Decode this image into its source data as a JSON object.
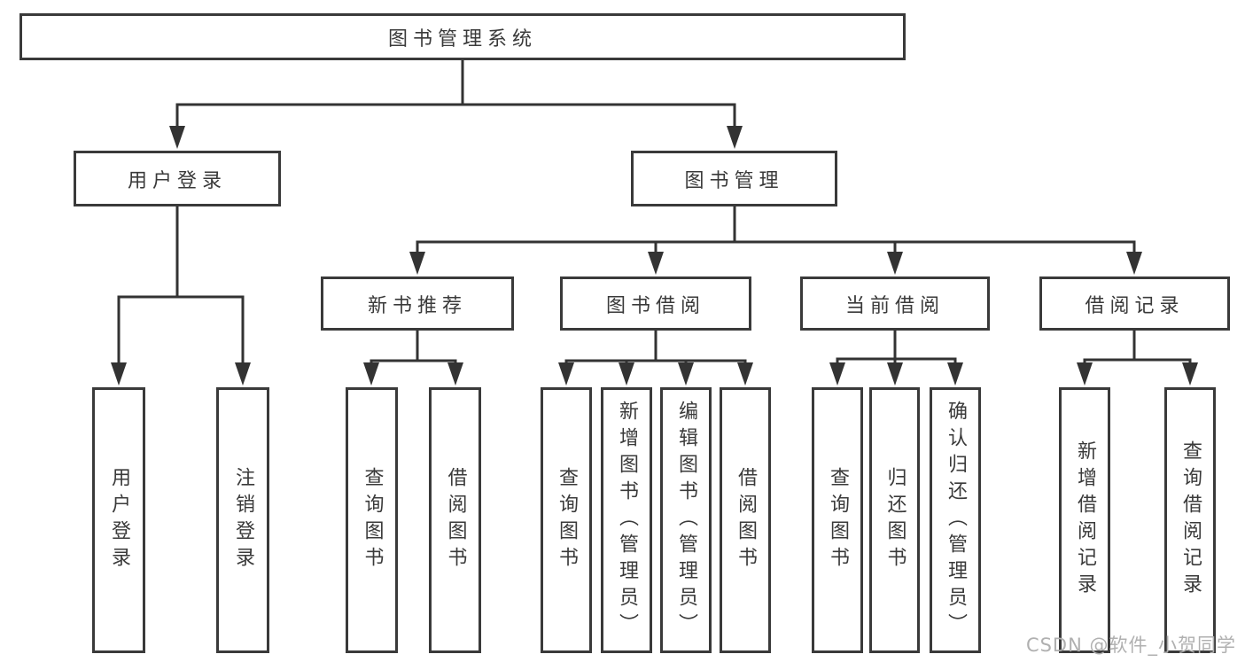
{
  "tree": {
    "root": {
      "label": "图书管理系统"
    },
    "level1": [
      {
        "label": "用户登录",
        "parent": "图书管理系统"
      },
      {
        "label": "图书管理",
        "parent": "图书管理系统"
      }
    ],
    "level2": [
      {
        "label": "新书推荐",
        "parent": "图书管理"
      },
      {
        "label": "图书借阅",
        "parent": "图书管理"
      },
      {
        "label": "当前借阅",
        "parent": "图书管理"
      },
      {
        "label": "借阅记录",
        "parent": "图书管理"
      }
    ],
    "leaves": [
      {
        "label": "用户登录",
        "parent": "用户登录"
      },
      {
        "label": "注销登录",
        "parent": "用户登录"
      },
      {
        "label": "查询图书",
        "parent": "新书推荐"
      },
      {
        "label": "借阅图书",
        "parent": "新书推荐"
      },
      {
        "label": "查询图书",
        "parent": "图书借阅"
      },
      {
        "label": "新增图书（管理员）",
        "parent": "图书借阅"
      },
      {
        "label": "编辑图书（管理员）",
        "parent": "图书借阅"
      },
      {
        "label": "借阅图书",
        "parent": "图书借阅"
      },
      {
        "label": "查询图书",
        "parent": "当前借阅"
      },
      {
        "label": "归还图书",
        "parent": "当前借阅"
      },
      {
        "label": "确认归还（管理员）",
        "parent": "当前借阅"
      },
      {
        "label": "新增借阅记录",
        "parent": "借阅记录"
      },
      {
        "label": "查询借阅记录",
        "parent": "借阅记录"
      }
    ]
  },
  "watermark": {
    "text": "CSDN @软件_小贺同学"
  },
  "colors": {
    "line": "#333333",
    "box_border": "#3a3a3a",
    "text": "#3a3a3a",
    "watermark": "#b0b0b0",
    "background": "#ffffff"
  }
}
